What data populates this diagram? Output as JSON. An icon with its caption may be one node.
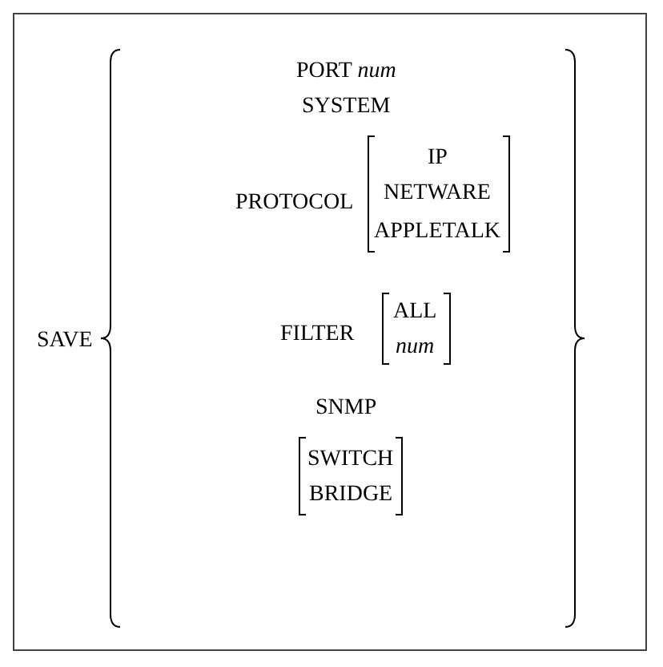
{
  "diagram": {
    "labels": [
      "SAVE",
      "PORT *num*",
      "SYSTEM",
      "PROTOCOL",
      "IP",
      "NETWARE",
      "APPLETALK",
      "FILTER",
      "ALL",
      "num",
      "SNMP",
      "SWITCH",
      "BRIDGE"
    ]
  }
}
